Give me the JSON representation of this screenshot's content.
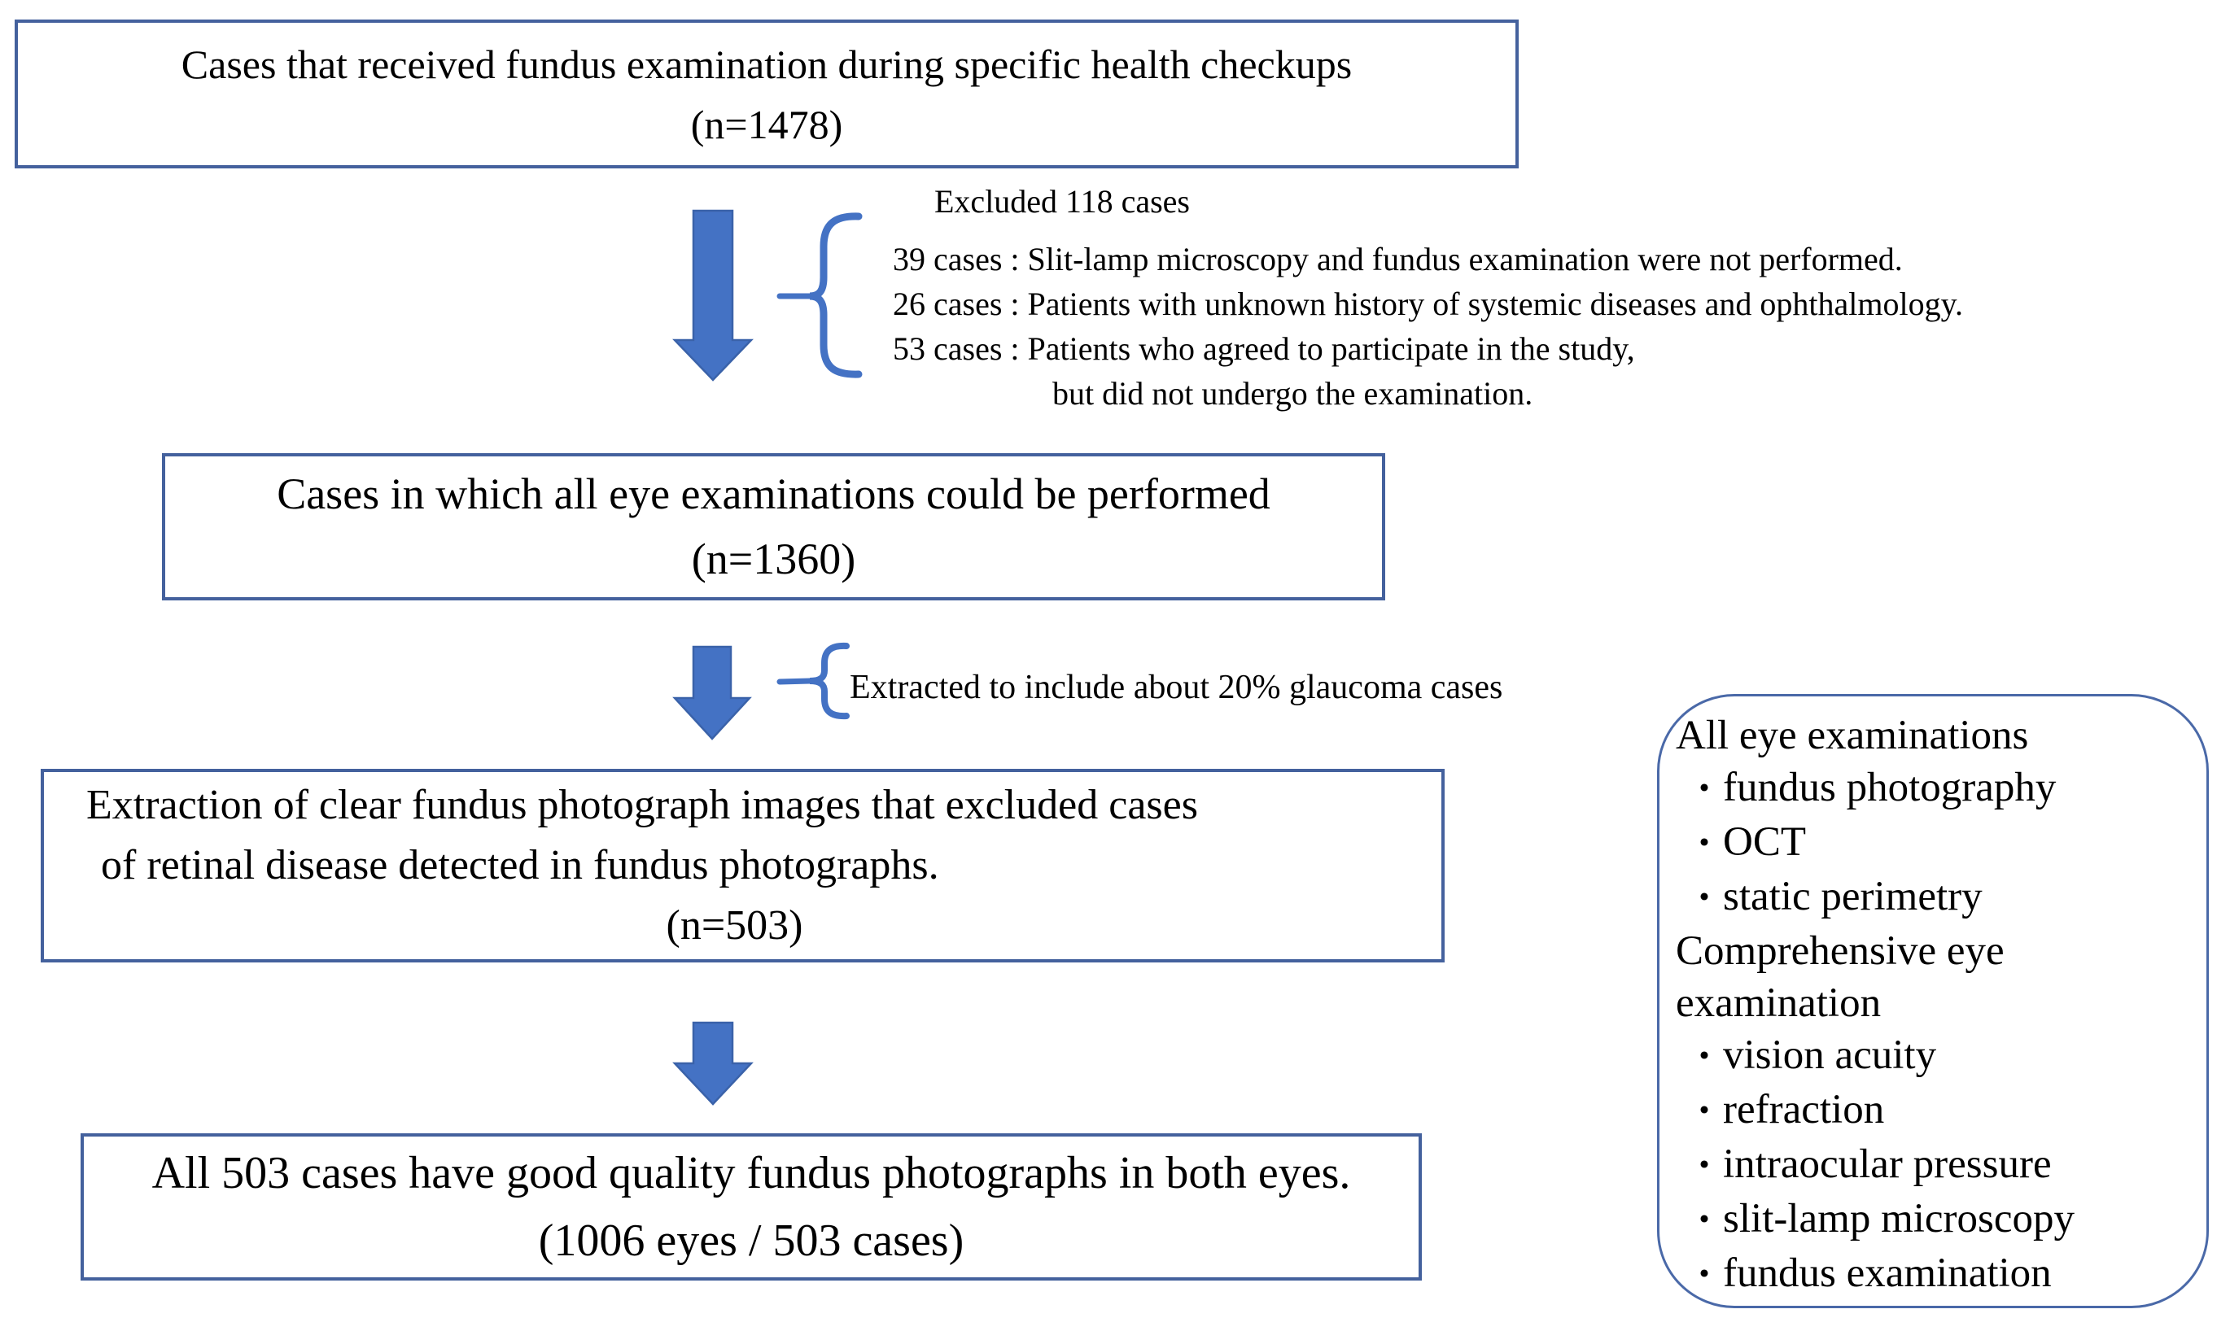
{
  "colors": {
    "background": "#FFFFFF",
    "text": "#000000",
    "arrow_fill": "#4472C4",
    "arrow_stroke": "#3A62A9",
    "brace_stroke": "#4472C4",
    "box_border": "#44619D",
    "side_box_border": "#4A69A8"
  },
  "icons": {
    "flow_arrow": "down-block-arrow",
    "exclusion_brace": "left-curly-brace",
    "extraction_brace": "left-curly-brace",
    "list_bullet": "katakana-middle-dot"
  },
  "flow": {
    "box1": {
      "line1": "Cases that received fundus examination during specific health checkups",
      "line2": "(n=1478)"
    },
    "exclusion": {
      "title": "Excluded 118 cases",
      "items": [
        "39 cases : Slit-lamp microscopy and fundus examination were not performed.",
        "26 cases : Patients with unknown history of systemic diseases and ophthalmology.",
        "53 cases : Patients who agreed to participate in the study,"
      ],
      "continuation": "but did not undergo the examination."
    },
    "box2": {
      "line1": "Cases in which all eye examinations could be performed",
      "line2": "(n=1360)"
    },
    "extraction_note": "Extracted to include about 20% glaucoma cases",
    "box3": {
      "line1": "Extraction of clear fundus photograph images that excluded cases",
      "line2": "of retinal disease detected in fundus photographs.",
      "line3": "(n=503)"
    },
    "box4": {
      "line1": "All 503 cases have good quality fundus photographs in both eyes.",
      "line2": "(1006 eyes / 503 cases)"
    }
  },
  "side_panel": {
    "bullet": "・",
    "lines": [
      {
        "type": "header",
        "text": "All eye examinations"
      },
      {
        "type": "bullet",
        "text": "fundus photography"
      },
      {
        "type": "bullet",
        "text": "OCT"
      },
      {
        "type": "bullet",
        "text": "static perimetry"
      },
      {
        "type": "header",
        "text": "Comprehensive eye"
      },
      {
        "type": "header",
        "text": "examination"
      },
      {
        "type": "bullet",
        "text": "vision acuity"
      },
      {
        "type": "bullet",
        "text": "refraction"
      },
      {
        "type": "bullet",
        "text": "intraocular pressure"
      },
      {
        "type": "bullet",
        "text": "slit-lamp microscopy"
      },
      {
        "type": "bullet",
        "text": "fundus examination"
      }
    ]
  }
}
